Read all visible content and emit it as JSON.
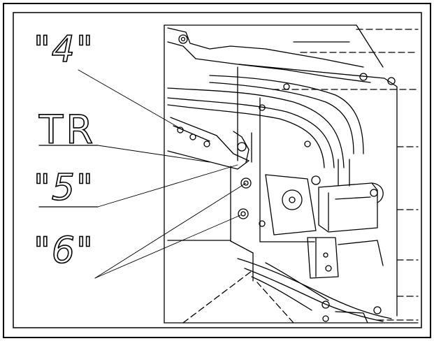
{
  "labels": {
    "label_4": "\"4\"",
    "label_tr": "TR",
    "label_5": "\"5\"",
    "label_6": "\"6\""
  },
  "colors": {
    "line": "#000000",
    "background": "#ffffff"
  }
}
